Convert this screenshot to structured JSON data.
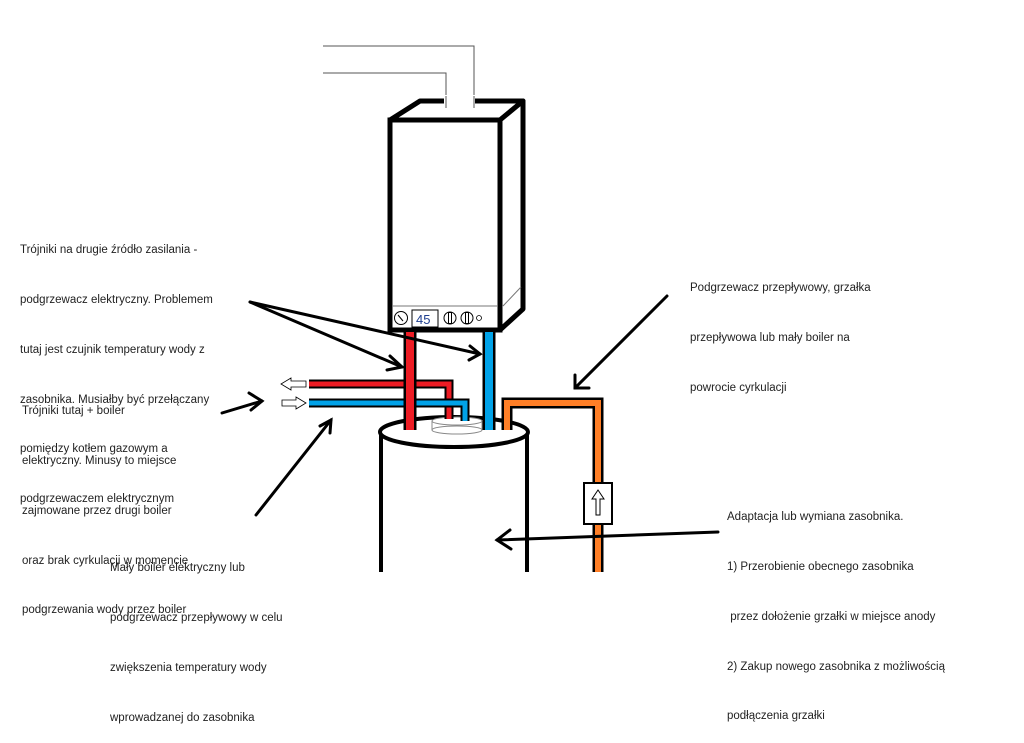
{
  "colors": {
    "hot_pipe": "#ed1c24",
    "cold_pipe": "#00a2e8",
    "circulation_pipe": "#ff7f27",
    "outline": "#000000",
    "background": "#ffffff"
  },
  "boiler_panel": {
    "temperature_display": "45",
    "icons": [
      "pressure-gauge-icon",
      "temperature-display",
      "knob-icon",
      "knob-icon",
      "indicator-light-icon"
    ]
  },
  "pump": {
    "direction_icon": "arrow-up-icon"
  },
  "pipe_ends": {
    "hot_out_arrow": "arrow-left-icon",
    "cold_in_arrow": "arrow-right-icon"
  },
  "annotations": {
    "tees_second_source": [
      "Trójniki na drugie źródło zasilania -",
      "podgrzewacz elektryczny. Problemem",
      "tutaj jest czujnik temperatury wody z",
      "zasobnika. Musiałby być przełączany",
      "pomiędzy kotłem gazowym a",
      "podgrzewaczem elektrycznym"
    ],
    "tees_electric_boiler": [
      "Trójniki tutaj + boiler",
      "elektryczny. Minusy to miejsce",
      "zajmowane przez drugi boiler",
      "oraz brak cyrkulacji w momencie",
      "podgrzewania wody przez boiler"
    ],
    "small_boiler_inlet": [
      "Mały boiler elektryczny lub",
      "podgrzewacz przepływowy w celu",
      "zwiększenia temperatury wody",
      "wprowadzanej do zasobnika"
    ],
    "circulation_heater": [
      "Podgrzewacz przepływowy, grzałka",
      "przepływowa lub mały boiler na",
      "powrocie cyrkulacji"
    ],
    "tank_adaptation": [
      "Adaptacja lub wymiana zasobnika.",
      "1) Przerobienie obecnego zasobnika",
      " przez dołożenie grzałki w miejsce anody",
      "2) Zakup nowego zasobnika z możliwością",
      "podłączenia grzałki"
    ]
  }
}
